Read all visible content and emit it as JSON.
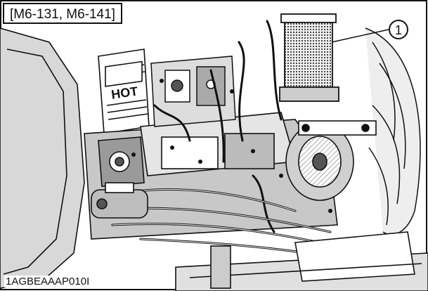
{
  "figure": {
    "model_label": "[M6-131, M6-141]",
    "callout_number": "1",
    "image_code": "1AGBEAAAP010I",
    "hot_label": "HOT"
  },
  "colors": {
    "line": "#111111",
    "paper": "#ffffff",
    "shade_light": "#cfcfcf",
    "shade_dark": "#555555",
    "filter_pattern": "#333333"
  }
}
